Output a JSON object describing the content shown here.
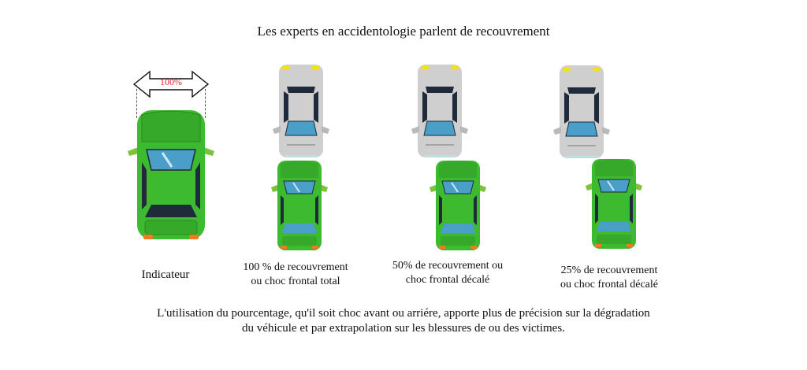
{
  "title": "Les experts en accidentologie parlent  de recouvrement",
  "indicator": {
    "arrow_label": "100%",
    "caption": "Indicateur"
  },
  "scenarios": [
    {
      "line1": "100 % de recouvrement",
      "line2": "ou choc frontal total",
      "overlap_percent": 100
    },
    {
      "line1": "50% de recouvrement ou",
      "line2": "choc frontal décalé",
      "overlap_percent": 50
    },
    {
      "line1": "25% de recouvrement",
      "line2": "ou choc frontal décalé",
      "overlap_percent": 25
    }
  ],
  "footer": {
    "line1": "L'utilisation du pourcentage, qu'il soit choc avant ou arriére, apporte plus de précision sur la dégradation",
    "line2": "du véhicule et par extrapolation sur les blessures de ou des victimes."
  },
  "colors": {
    "green_car": "#3dba2f",
    "gray_car": "#cfcfcf",
    "glass": "#4a9fc8",
    "dark_window": "#1f2a3a",
    "headlight": "#f2e01a",
    "taillight": "#f07a22",
    "arrow_text": "#e2282a"
  }
}
